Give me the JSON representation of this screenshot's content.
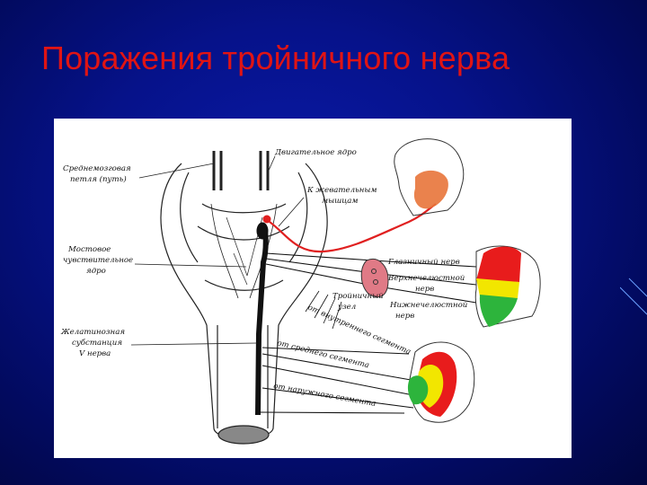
{
  "slide": {
    "title": "Поражения тройничного нерва"
  },
  "figure": {
    "labels": {
      "midbrain_loop_1": "Среднемозговая",
      "midbrain_loop_2": "петля (путь)",
      "motor_nucleus": "Двигательное ядро",
      "masticatory_1": "К жевательным",
      "masticatory_2": "мышцам",
      "pontine_1": "Мостовое",
      "pontine_2": "чувствительное",
      "pontine_3": "ядро",
      "gelatinous_1": "Желатинозная",
      "gelatinous_2": "субстанция",
      "gelatinous_3": "V нерва",
      "ophthalmic": "Глазничный нерв",
      "maxillary_1": "Верхнечелюстной",
      "maxillary_2": "нерв",
      "mandibular_1": "Нижнечелюстной",
      "mandibular_2": "нерв",
      "ganglion_1": "Тройничный",
      "ganglion_2": "узел",
      "inner_segment": "от внутреннего сегмента",
      "middle_segment": "от среднего сегмента",
      "outer_segment": "от наружного сегмента"
    },
    "colors": {
      "motor_path": "#e02020",
      "zone_red": "#e81c1c",
      "zone_yellow": "#f2e600",
      "zone_green": "#2db43c",
      "masticatory_area": "#e8743a",
      "ganglion": "#e07a86"
    }
  }
}
